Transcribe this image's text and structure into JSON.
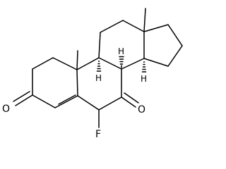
{
  "structure": {
    "atom_labels": {
      "ketone_o3": "O",
      "ketone_o7": "O",
      "fluorine": "F",
      "h8": "H",
      "h9": "H",
      "h14": "H"
    }
  }
}
